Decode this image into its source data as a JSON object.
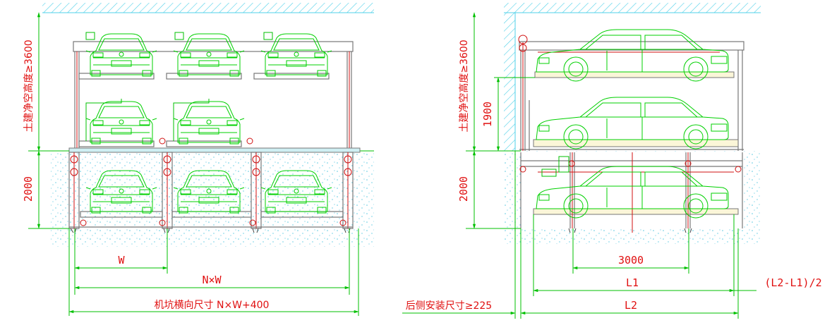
{
  "left_view": {
    "dim_total_height": "土建净空高度≥3600",
    "dim_pit_depth": "2000",
    "dim_W": "W",
    "dim_NxW": "N×W",
    "dim_pit_width": "机坑横向尺寸 N×W+400"
  },
  "right_view": {
    "dim_total_height": "土建净空高度≥3600",
    "dim_middle": "1900",
    "dim_pit_depth": "2000",
    "dim_3000": "3000",
    "dim_L1": "L1",
    "dim_L2": "L2",
    "dim_offset": "(L2-L1)/2",
    "dim_rear": "后侧安装尺寸≥225"
  },
  "colors": {
    "frame": "#777777",
    "car_outline": "#00d000",
    "dimension": "#e01010",
    "ground_hatch": "#4fd0e8"
  }
}
